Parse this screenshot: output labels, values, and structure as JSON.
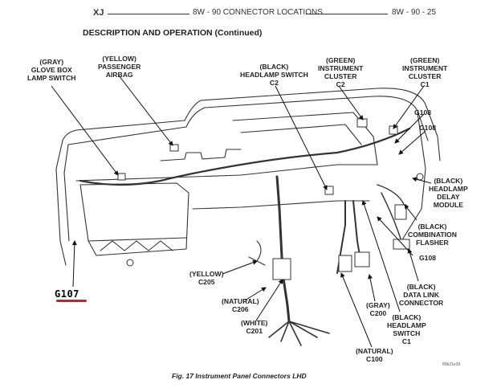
{
  "header": {
    "model": "XJ",
    "section_title": "8W - 90 CONNECTOR LOCATIONS",
    "page_number": "8W - 90 - 25"
  },
  "section_heading": "DESCRIPTION AND OPERATION (Continued)",
  "labels": {
    "glove_box_lamp_switch": [
      "(GRAY)",
      "GLOVE BOX",
      "LAMP SWITCH"
    ],
    "passenger_airbag": [
      "(YELLOW)",
      "PASSENGER",
      "AIRBAG"
    ],
    "headlamp_switch_c2": [
      "(BLACK)",
      "HEADLAMP SWITCH",
      "C2"
    ],
    "instrument_cluster_c2": [
      "(GREEN)",
      "INSTRUMENT",
      "CLUSTER",
      "C2"
    ],
    "instrument_cluster_c1": [
      "(GREEN)",
      "INSTRUMENT",
      "CLUSTER",
      "C1"
    ],
    "g108_a": "G108",
    "g108_b": "G108",
    "headlamp_delay_module": [
      "(BLACK)",
      "HEADLAMP",
      "DELAY",
      "MODULE"
    ],
    "combination_flasher": [
      "(BLACK)",
      "COMBINATION",
      "FLASHER"
    ],
    "g108_c": "G108",
    "data_link_connector": [
      "(BLACK)",
      "DATA LINK",
      "CONNECTOR"
    ],
    "c205": [
      "(YELLOW)",
      "C205"
    ],
    "c206": [
      "(NATURAL)",
      "C206"
    ],
    "c201": [
      "(WHITE)",
      "C201"
    ],
    "c200": [
      "(GRAY)",
      "C200"
    ],
    "headlamp_switch_c1": [
      "(BLACK)",
      "HEADLAMP",
      "SWITCH",
      "C1"
    ],
    "c100": [
      "(NATURAL)",
      "C100"
    ]
  },
  "highlight": {
    "label": "G107",
    "underline_color": "#e01818"
  },
  "caption": "Fig. 17 Instrument Panel Connectors LHD",
  "figure_code": "80b21e39"
}
